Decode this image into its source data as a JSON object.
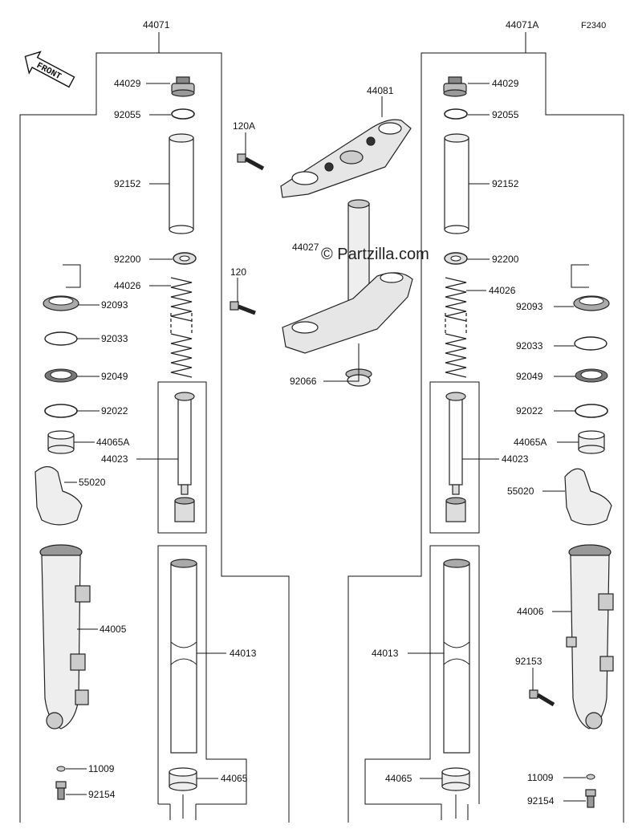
{
  "diagram": {
    "figure_code": "F2340",
    "watermark": "© Partzilla.com",
    "front_label": "FRONT",
    "assemblies": {
      "left": "44071",
      "right": "44071A"
    },
    "labels": {
      "l_44029": "44029",
      "l_92055": "92055",
      "l_92152": "92152",
      "l_92200": "92200",
      "l_44026": "44026",
      "l_92093": "92093",
      "l_92033": "92033",
      "l_92049": "92049",
      "l_92022": "92022",
      "l_44065A": "44065A",
      "l_44023": "44023",
      "l_55020": "55020",
      "l_44005": "44005",
      "l_44013": "44013",
      "l_11009": "11009",
      "l_44065": "44065",
      "l_92154": "92154",
      "c_44081": "44081",
      "c_120A": "120A",
      "c_44027": "44027",
      "c_120": "120",
      "c_92066": "92066",
      "r_44029": "44029",
      "r_92055": "92055",
      "r_92152": "92152",
      "r_92200": "92200",
      "r_44026": "44026",
      "r_92093": "92093",
      "r_92033": "92033",
      "r_92049": "92049",
      "r_92022": "92022",
      "r_44065A": "44065A",
      "r_44023": "44023",
      "r_55020": "55020",
      "r_44006": "44006",
      "r_92153": "92153",
      "r_44013": "44013",
      "r_11009": "11009",
      "r_44065": "44065",
      "r_92154": "92154"
    }
  }
}
